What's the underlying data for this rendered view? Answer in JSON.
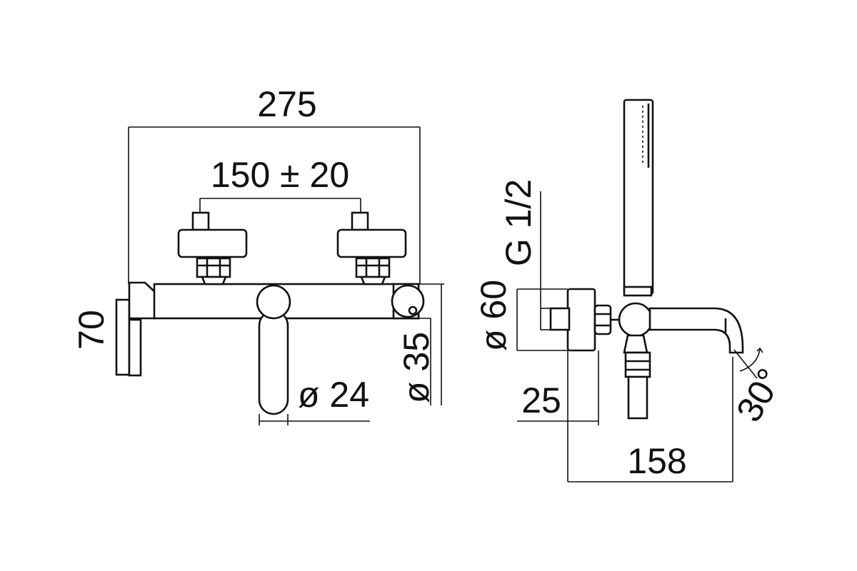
{
  "dimensions": {
    "overall_width": "275",
    "centers": "150 ± 20",
    "height": "70",
    "handle_diameter": "ø 24",
    "body_diameter": "ø 35",
    "flange_diameter": "ø 60",
    "thread": "G 1/2",
    "depth_offset": "25",
    "projection": "158",
    "spout_angle": "30°"
  },
  "colors": {
    "line": "#111111",
    "background": "#ffffff"
  }
}
